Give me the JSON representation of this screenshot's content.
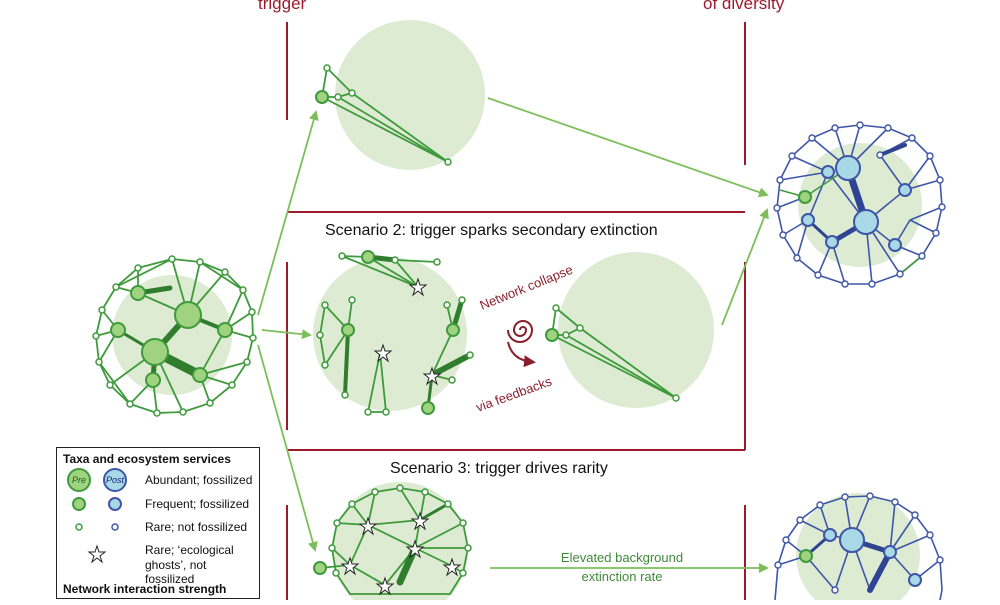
{
  "headers": {
    "trigger": "trigger",
    "diversity": "of diversity"
  },
  "scenarios": {
    "s2_title": "Scenario 2: trigger sparks secondary extinction",
    "s3_title": "Scenario 3: trigger drives rarity"
  },
  "annotations": {
    "network_collapse": "Network collapse",
    "via_feedbacks": "via feedbacks",
    "elevated_line1": "Elevated background",
    "elevated_line2": "extinction rate"
  },
  "legend": {
    "title": "Taxa and ecosystem services",
    "pre_label": "Pre",
    "post_label": "Post",
    "abundant": "Abundant; fossilized",
    "frequent": "Frequent; fossilized",
    "rare": "Rare; not fossilized",
    "ghost_line1": "Rare; ‘ecological",
    "ghost_line2": "ghosts’, not fossilized",
    "interaction_title": "Network interaction strength"
  },
  "colors": {
    "accent_red": "#9b1b2c",
    "pre_green": "#3f9a3c",
    "pre_fill": "#9fd37f",
    "post_blue": "#3e56a8",
    "post_fill": "#a9d8e6",
    "arrow_green": "#7cbf5a",
    "halo": "#dcebd2",
    "collapse_red": "#8a1f2d"
  }
}
